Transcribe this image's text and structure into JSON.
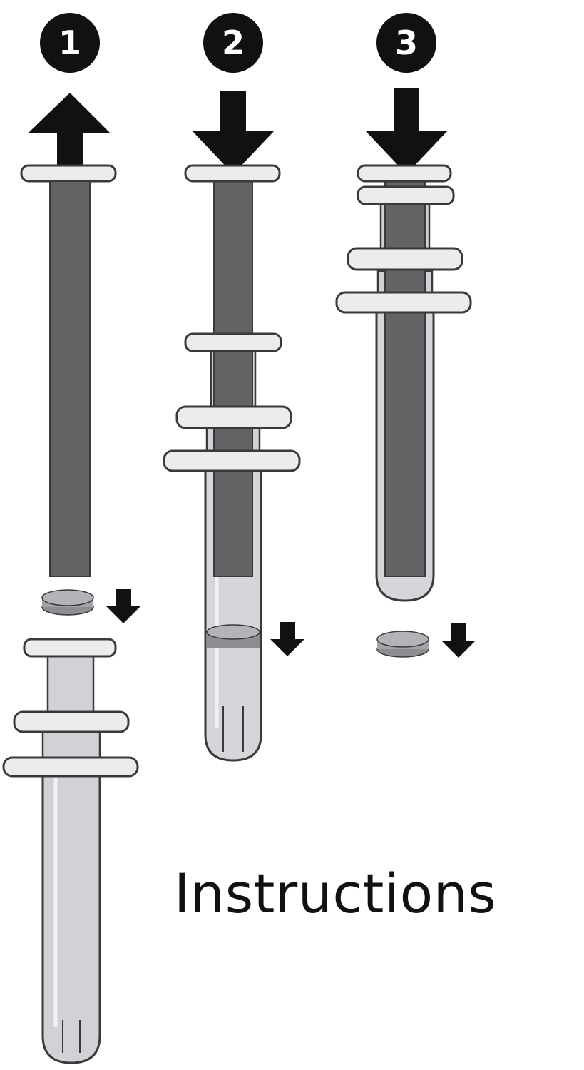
{
  "steps": [
    {
      "number": "1",
      "direction": "up"
    },
    {
      "number": "2",
      "direction": "down"
    },
    {
      "number": "3",
      "direction": "down"
    }
  ],
  "title": "Instructions",
  "colors": {
    "outline": "#3a3a3a",
    "plunger": "#636366",
    "flange": "#ececef",
    "tube_fill": "#d2d2d6",
    "tablet": "#8e8e92",
    "black": "#111111",
    "background": "#ffffff"
  },
  "icons": [
    "arrow-up-icon",
    "arrow-down-icon",
    "tablet-icon",
    "applicator-icon"
  ]
}
